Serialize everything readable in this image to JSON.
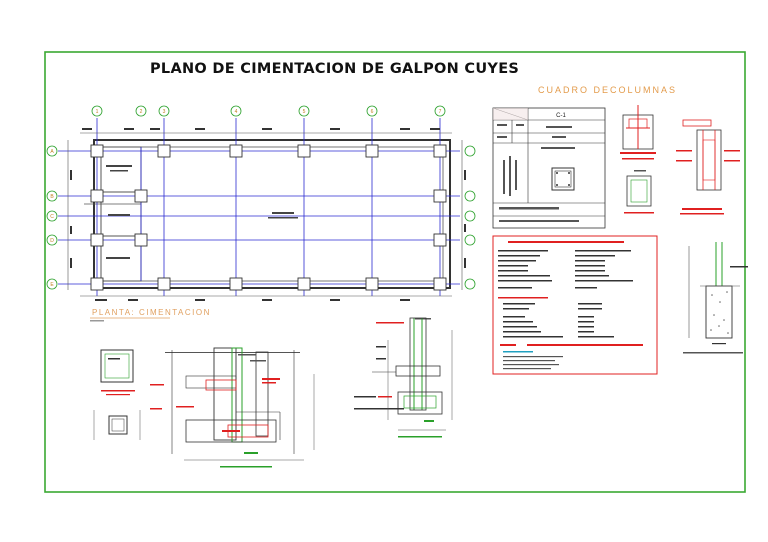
{
  "sheet": {
    "title": "PLANO DE CIMENTACION DE  GALPON CUYES",
    "columns_table_title": "CUADRO DECOLUMNAS",
    "foundation_plan_label": "PLANTA: CIMENTACION"
  },
  "plan": {
    "grid_columns": [
      "1",
      "2",
      "3",
      "4",
      "5",
      "6",
      "7"
    ],
    "grid_rows": [
      "A",
      "B",
      "C",
      "D",
      "E"
    ]
  },
  "column_schedule": {
    "type_label": "C-1"
  },
  "colors": {
    "frame": "#3aa832",
    "grid": "#2a2ad0",
    "notes_frame": "#e02020",
    "detail_red": "#e02020",
    "detail_green": "#2aa02a",
    "heading_orange": "#e39b4b",
    "linework": "#222222",
    "cyan": "#20a0c0"
  }
}
